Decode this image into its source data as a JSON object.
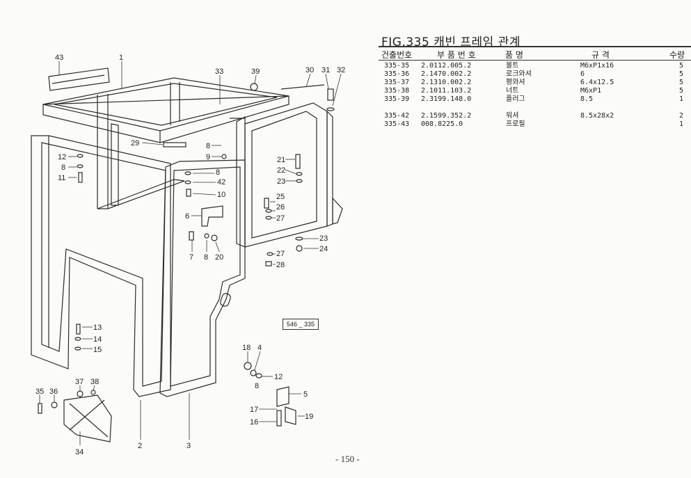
{
  "figure": {
    "title": "FIG.335 캐빈 프레임 관계",
    "reference_code": "546 _ 335",
    "page_number": "- 150 -"
  },
  "table": {
    "headers": {
      "ref": "건출번호",
      "part": "부 품 번 호",
      "name": "품 명",
      "spec": "규 격",
      "qty": "수량"
    },
    "rows": [
      {
        "ref": "335-35",
        "part": "2.0112.005.2",
        "name": "볼트",
        "spec": "M6xP1x16",
        "qty": "5"
      },
      {
        "ref": "335-36",
        "part": "2.1470.002.2",
        "name": "로크와셔",
        "spec": "6",
        "qty": "5"
      },
      {
        "ref": "335-37",
        "part": "2.1310.002.2",
        "name": "평와셔",
        "spec": "6.4x12.5",
        "qty": "5"
      },
      {
        "ref": "335-38",
        "part": "2.1011.103.2",
        "name": "너트",
        "spec": "M6xP1",
        "qty": "5"
      },
      {
        "ref": "335-39",
        "part": "2.3199.148.0",
        "name": "플러그",
        "spec": "8.5",
        "qty": "1"
      },
      {
        "ref": "335-42",
        "part": "2.1599.352.2",
        "name": "워셔",
        "spec": "8.5x28x2",
        "qty": "2"
      },
      {
        "ref": "335-43",
        "part": "008.8225.0",
        "name": "프로필",
        "spec": "",
        "qty": "1"
      }
    ]
  },
  "callouts": [
    "43",
    "1",
    "33",
    "39",
    "30",
    "31",
    "32",
    "29",
    "8",
    "9",
    "8",
    "42",
    "10",
    "12",
    "8",
    "11",
    "21",
    "22",
    "23",
    "25",
    "26",
    "27",
    "6",
    "7",
    "8",
    "20",
    "23",
    "24",
    "27",
    "28",
    "13",
    "14",
    "15",
    "18",
    "4",
    "12",
    "8",
    "5",
    "17",
    "19",
    "16",
    "35",
    "36",
    "37",
    "38",
    "34",
    "2",
    "3"
  ]
}
